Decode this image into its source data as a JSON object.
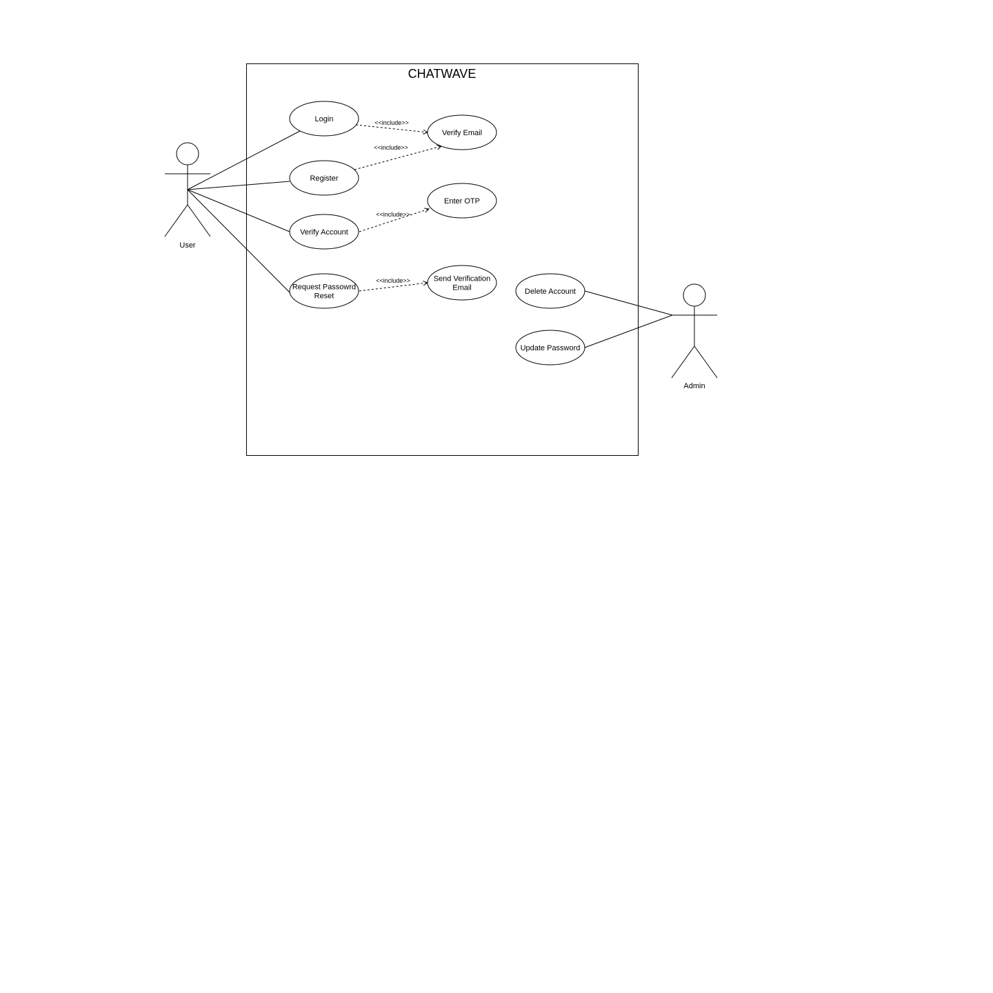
{
  "system": {
    "title": "CHATWAVE"
  },
  "actors": [
    {
      "id": "user",
      "label": "User"
    },
    {
      "id": "admin",
      "label": "Admin"
    }
  ],
  "use_cases": [
    {
      "id": "login",
      "lines": [
        "Login"
      ]
    },
    {
      "id": "register",
      "lines": [
        "Register"
      ]
    },
    {
      "id": "verify-account",
      "lines": [
        "Verify Account"
      ]
    },
    {
      "id": "request-password-reset",
      "lines": [
        "Request Passowrd",
        "Reset"
      ]
    },
    {
      "id": "verify-email",
      "lines": [
        "Verify Email"
      ]
    },
    {
      "id": "enter-otp",
      "lines": [
        "Enter OTP"
      ]
    },
    {
      "id": "send-verification-email",
      "lines": [
        "Send Verification",
        "Email"
      ]
    },
    {
      "id": "delete-account",
      "lines": [
        "Delete Account"
      ]
    },
    {
      "id": "update-password",
      "lines": [
        "Update Password"
      ]
    }
  ],
  "associations": [
    {
      "actor": "user",
      "use_case": "login"
    },
    {
      "actor": "user",
      "use_case": "register"
    },
    {
      "actor": "user",
      "use_case": "verify-account"
    },
    {
      "actor": "user",
      "use_case": "request-password-reset"
    },
    {
      "actor": "admin",
      "use_case": "delete-account"
    },
    {
      "actor": "admin",
      "use_case": "update-password"
    }
  ],
  "includes": [
    {
      "from": "login",
      "to": "verify-email",
      "label": "<<include>>"
    },
    {
      "from": "register",
      "to": "verify-email",
      "label": "<<include>>"
    },
    {
      "from": "verify-account",
      "to": "enter-otp",
      "label": "<<include>>"
    },
    {
      "from": "request-password-reset",
      "to": "send-verification-email",
      "label": "<<include>>"
    }
  ]
}
